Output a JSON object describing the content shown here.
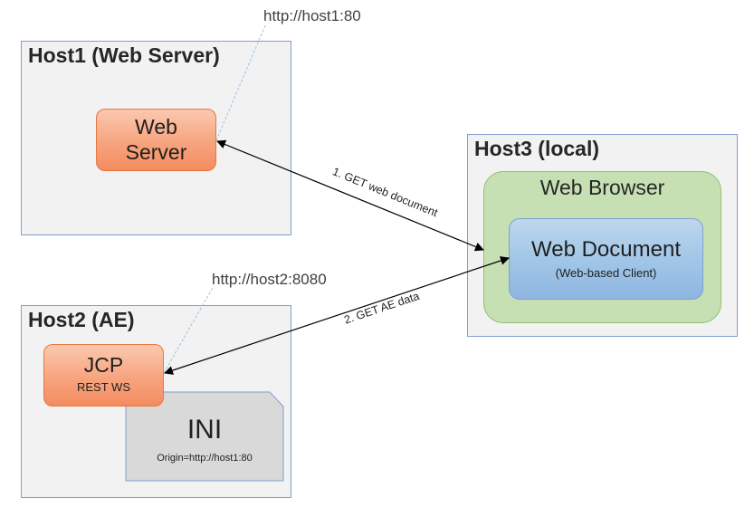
{
  "host1": {
    "title": "Host1 (Web Server)",
    "url": "http://host1:80",
    "server_line1": "Web",
    "server_line2": "Server"
  },
  "host2": {
    "title": "Host2 (AE)",
    "url": "http://host2:8080",
    "jcp_title": "JCP",
    "jcp_subtitle": "REST WS",
    "ini_title": "INI",
    "ini_subtitle": "Origin=http://host1:80"
  },
  "host3": {
    "title": "Host3 (local)",
    "browser_label": "Web Browser",
    "document_title": "Web Document",
    "document_subtitle": "(Web-based Client)"
  },
  "arrows": {
    "get_document": "1. GET web document",
    "get_ae_data": "2. GET AE data"
  },
  "colors": {
    "host_bg": "#f2f2f2",
    "host_border": "#7f9fcf",
    "orange_fill": "#f7a47f",
    "green_fill": "#c6e0b4",
    "blue_fill": "#9dc3e6",
    "ini_fill": "#d9d9d9"
  }
}
